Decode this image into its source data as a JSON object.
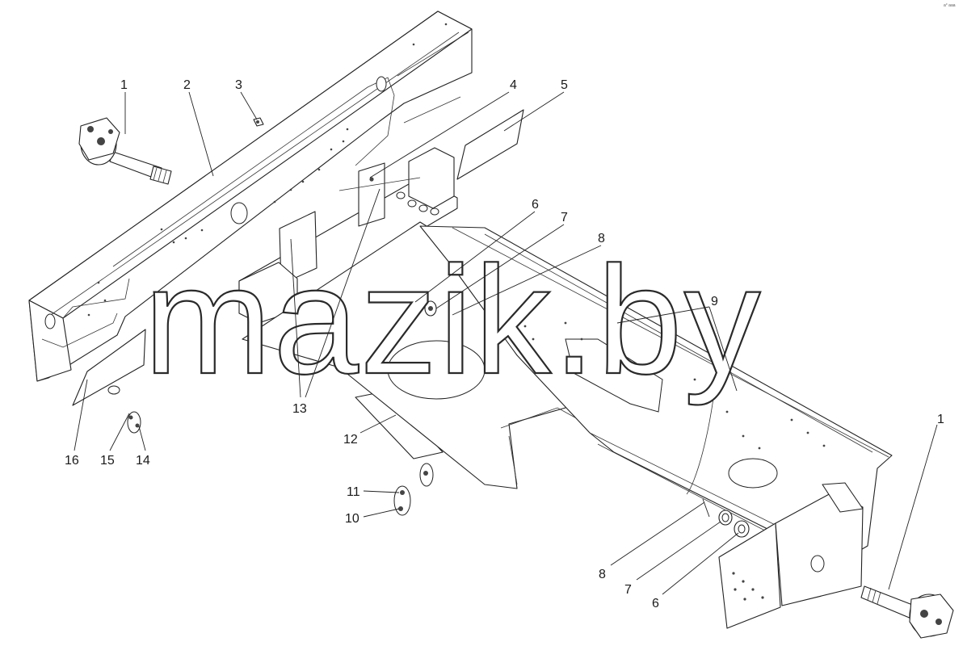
{
  "diagram": {
    "corner_mark": "a° aaa",
    "watermark": "mazik.by",
    "callouts": [
      {
        "id": "c1a",
        "label": "1"
      },
      {
        "id": "c2",
        "label": "2"
      },
      {
        "id": "c3",
        "label": "3"
      },
      {
        "id": "c4",
        "label": "4"
      },
      {
        "id": "c5",
        "label": "5"
      },
      {
        "id": "c6a",
        "label": "6"
      },
      {
        "id": "c7a",
        "label": "7"
      },
      {
        "id": "c8a",
        "label": "8"
      },
      {
        "id": "c9",
        "label": "9"
      },
      {
        "id": "c13",
        "label": "13"
      },
      {
        "id": "c12",
        "label": "12"
      },
      {
        "id": "c16",
        "label": "16"
      },
      {
        "id": "c15",
        "label": "15"
      },
      {
        "id": "c14",
        "label": "14"
      },
      {
        "id": "c11",
        "label": "11"
      },
      {
        "id": "c10",
        "label": "10"
      },
      {
        "id": "c1b",
        "label": "1"
      },
      {
        "id": "c8b",
        "label": "8"
      },
      {
        "id": "c7b",
        "label": "7"
      },
      {
        "id": "c6b",
        "label": "6"
      }
    ]
  }
}
